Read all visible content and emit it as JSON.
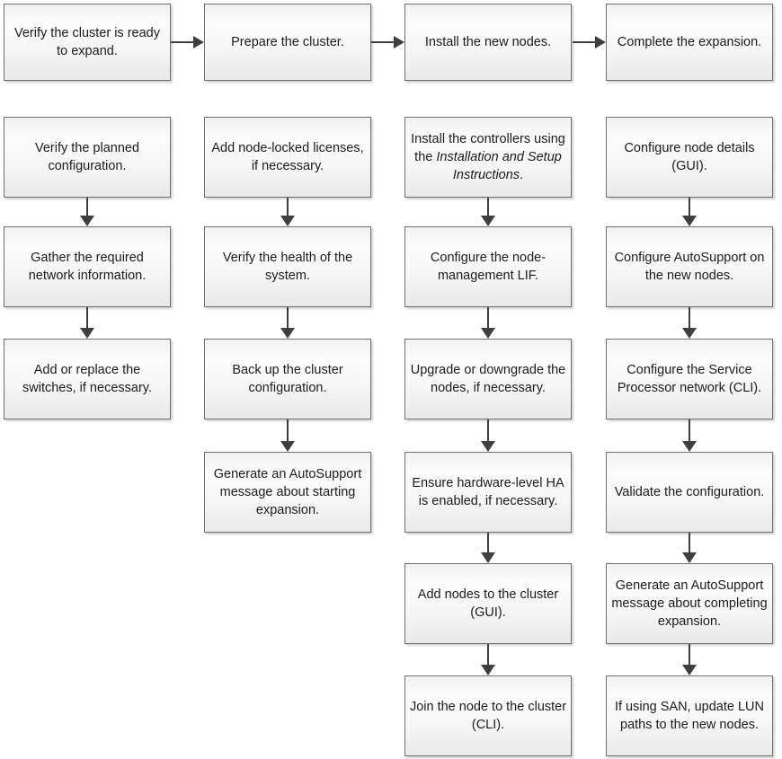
{
  "style": {
    "box_border": "#707070",
    "box_fill_top": "#fcfcfc",
    "box_fill_bottom": "#e9e9e9",
    "arrow": "#3f3f3f",
    "text": "#1c1c1c",
    "background": "#ffffff"
  },
  "columns": [
    {
      "header": "Verify the cluster is ready to expand.",
      "steps": [
        {
          "text": "Verify the planned configuration."
        },
        {
          "text": "Gather the required network information."
        },
        {
          "text": "Add or replace the switches, if necessary."
        }
      ]
    },
    {
      "header": "Prepare the cluster.",
      "steps": [
        {
          "text": "Add node-locked licenses, if necessary."
        },
        {
          "text": "Verify the health of the system."
        },
        {
          "text": "Back up the cluster configuration."
        },
        {
          "text": "Generate an AutoSupport message about starting expansion."
        }
      ]
    },
    {
      "header": "Install the new nodes.",
      "steps": [
        {
          "text_prefix": "Install the controllers using the ",
          "text_italic": "Installation and Setup Instructions",
          "text_suffix": "."
        },
        {
          "text": "Configure the node-management LIF."
        },
        {
          "text": "Upgrade or downgrade the nodes, if necessary."
        },
        {
          "text": "Ensure hardware-level HA is enabled, if necessary."
        },
        {
          "text": "Add nodes to the cluster (GUI)."
        },
        {
          "text": "Join the node to the cluster (CLI)."
        }
      ]
    },
    {
      "header": "Complete the expansion.",
      "steps": [
        {
          "text": "Configure node details (GUI)."
        },
        {
          "text": "Configure AutoSupport on the new nodes."
        },
        {
          "text": "Configure the Service Processor network (CLI)."
        },
        {
          "text": "Validate the configuration."
        },
        {
          "text": "Generate an AutoSupport message about completing expansion."
        },
        {
          "text": "If using SAN, update LUN paths to the new nodes."
        }
      ]
    }
  ]
}
